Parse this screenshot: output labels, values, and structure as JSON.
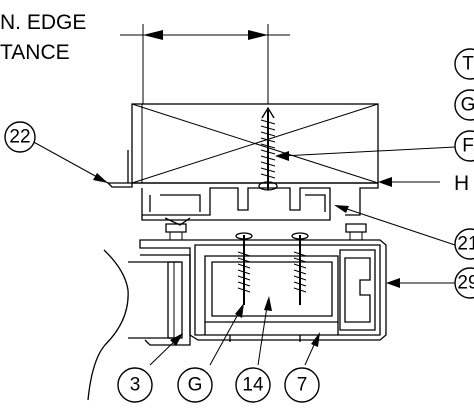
{
  "header_text": {
    "line1": "N. EDGE",
    "line2": "TANCE"
  },
  "callouts": {
    "c22": "22",
    "cT": "T",
    "cG_right": "G",
    "cF": "F",
    "cH": "H",
    "c21": "21",
    "c29": "29",
    "c3": "3",
    "cG_bottom": "G",
    "c14": "14",
    "c7": "7"
  }
}
